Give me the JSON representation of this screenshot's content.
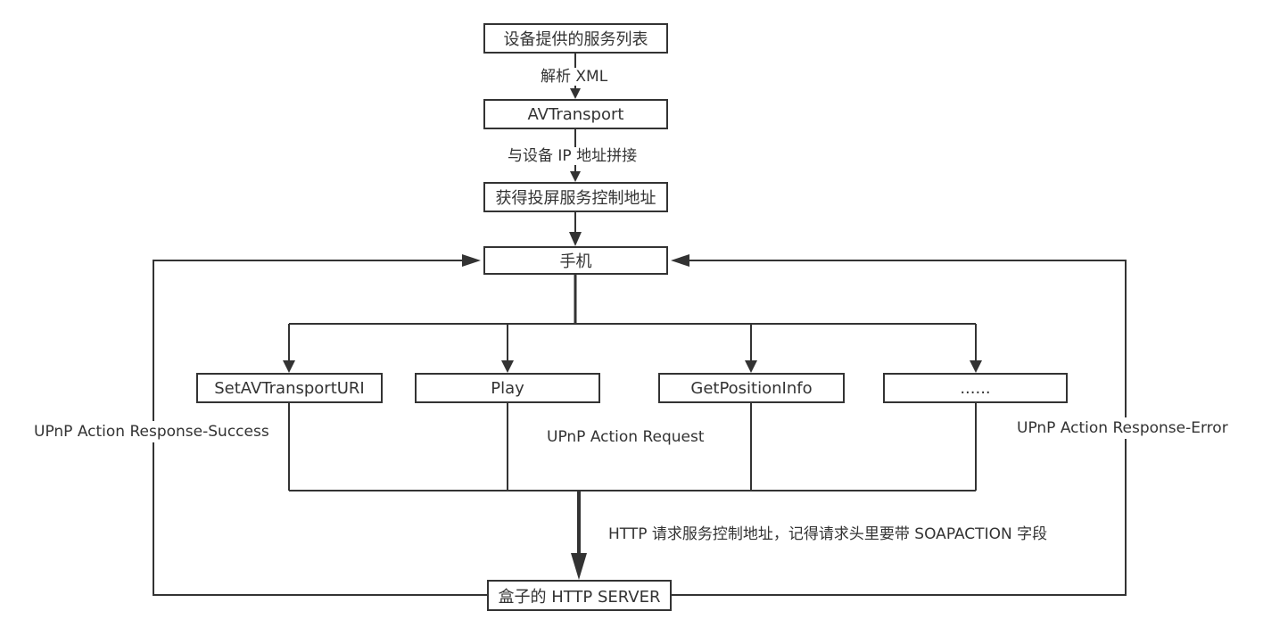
{
  "nodes": {
    "service_list": "设备提供的服务列表",
    "avtransport": "AVTransport",
    "control_url": "获得投屏服务控制地址",
    "phone": "手机",
    "set_uri": "SetAVTransportURI",
    "play": "Play",
    "get_position": "GetPositionInfo",
    "more": "......",
    "http_server": "盒子的 HTTP SERVER"
  },
  "edges": {
    "parse_xml": "解析 XML",
    "join_ip": "与设备 IP 地址拼接",
    "action_request": "UPnP Action Request",
    "http_request": "HTTP 请求服务控制地址，记得请求头里要带 SOAPACTION 字段",
    "response_success": "UPnP Action Response-Success",
    "response_error": "UPnP Action Response-Error"
  },
  "colors": {
    "line": "#333333",
    "background": "#ffffff"
  }
}
